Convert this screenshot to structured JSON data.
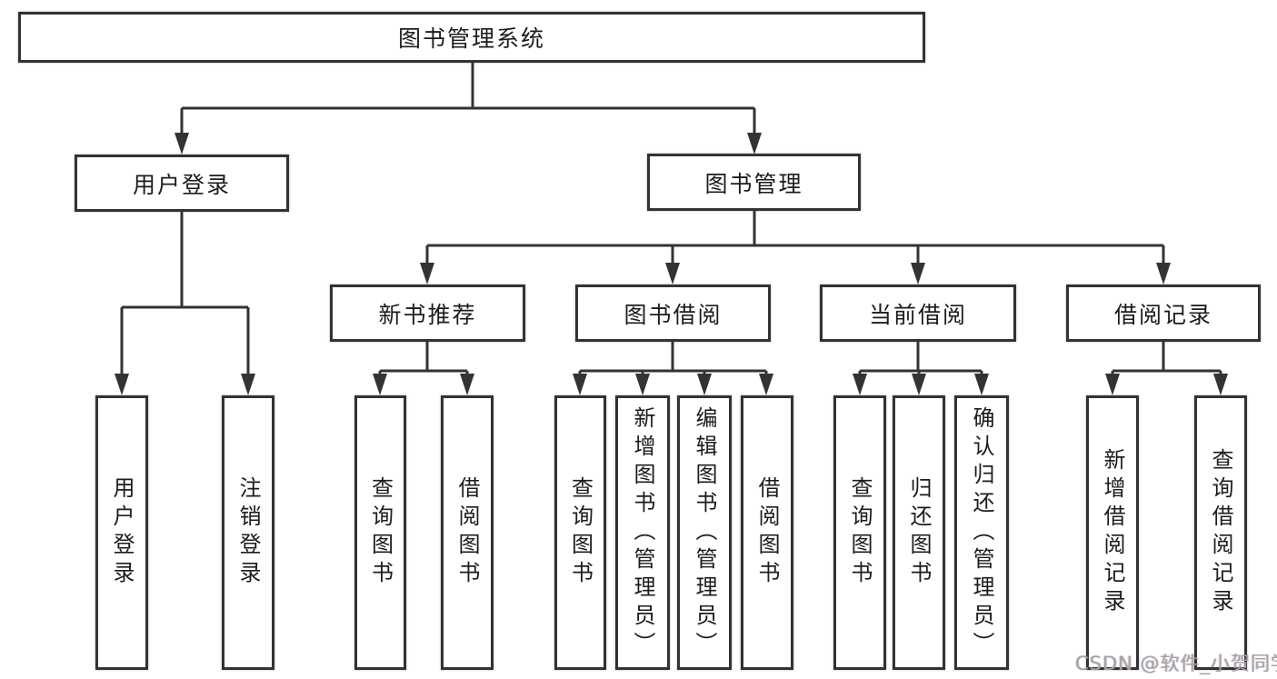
{
  "nodes": {
    "root": "图书管理系统",
    "userLogin": "用户登录",
    "bookMgmt": "图书管理",
    "newRec": "新书推荐",
    "bookBorrow": "图书借阅",
    "currentBorrow": "当前借阅",
    "borrowRecords": "借阅记录",
    "leafLogin": "用户登录",
    "leafLogout": "注销登录",
    "leafNrQuery": "查询图书",
    "leafNrBorrow": "借阅图书",
    "leafBbQuery": "查询图书",
    "leafBbAdd": "新增图书（管理员）",
    "leafBbEdit": "编辑图书（管理员）",
    "leafBbBorrow": "借阅图书",
    "leafCbQuery": "查询图书",
    "leafCbReturn": "归还图书",
    "leafCbConfirm": "确认归还（管理员）",
    "leafBrAdd": "新增借阅记录",
    "leafBrQuery": "查询借阅记录"
  },
  "hierarchy": {
    "图书管理系统": [
      "用户登录",
      "图书管理"
    ],
    "用户登录": [
      "用户登录",
      "注销登录"
    ],
    "图书管理": [
      "新书推荐",
      "图书借阅",
      "当前借阅",
      "借阅记录"
    ],
    "新书推荐": [
      "查询图书",
      "借阅图书"
    ],
    "图书借阅": [
      "查询图书",
      "新增图书（管理员）",
      "编辑图书（管理员）",
      "借阅图书"
    ],
    "当前借阅": [
      "查询图书",
      "归还图书",
      "确认归还（管理员）"
    ],
    "借阅记录": [
      "新增借阅记录",
      "查询借阅记录"
    ]
  },
  "watermark": "CSDN @软件_小贺同学",
  "colors": {
    "line": "#333333",
    "border": "#333333",
    "text": "#1c1c1c",
    "watermark": "#a3a3a3",
    "background": "#ffffff"
  }
}
